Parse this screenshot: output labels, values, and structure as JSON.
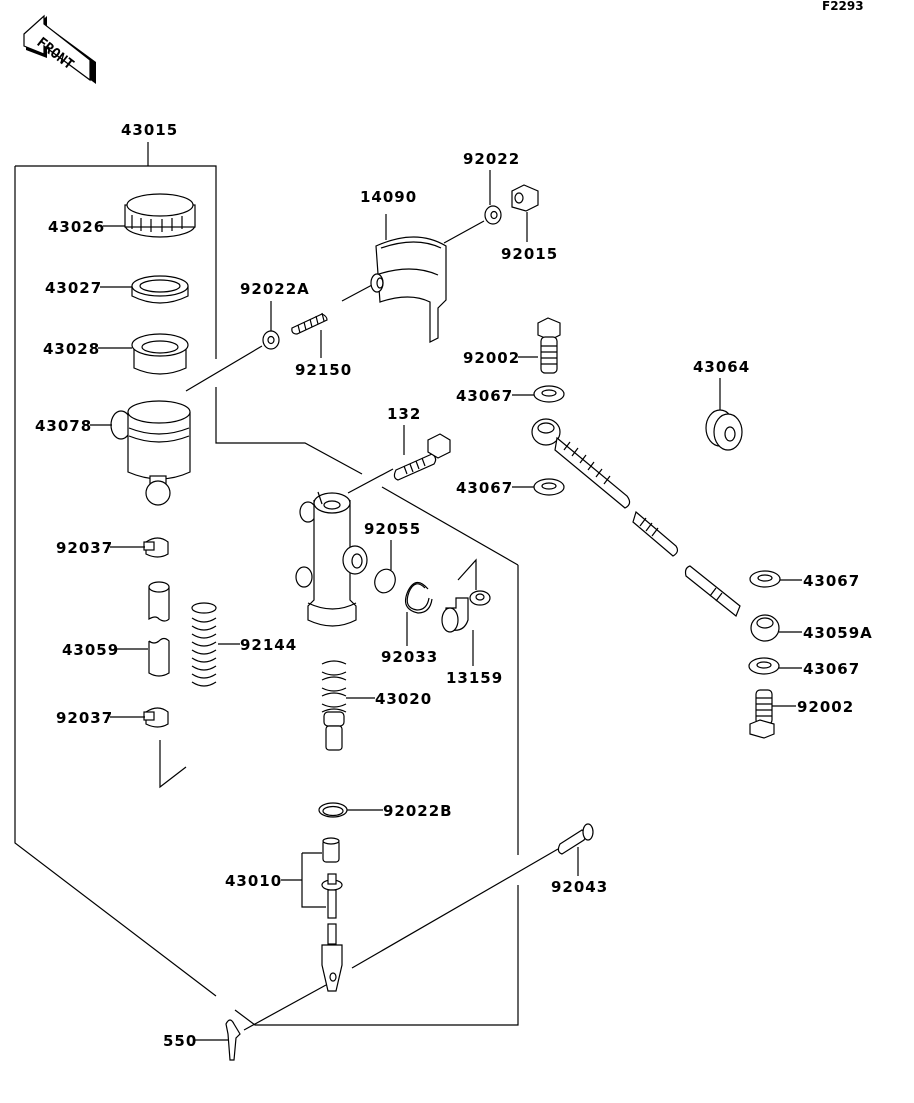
{
  "diagram": {
    "code": "F2293",
    "front_label": "FRONT",
    "parts": {
      "p43015": "43015",
      "p43026": "43026",
      "p43027": "43027",
      "p43028": "43028",
      "p43078": "43078",
      "p92037a": "92037",
      "p43059": "43059",
      "p92144": "92144",
      "p92037b": "92037",
      "p92022A": "92022A",
      "p92150": "92150",
      "p14090": "14090",
      "p92022": "92022",
      "p92015": "92015",
      "p92002a": "92002",
      "p43067a": "43067",
      "p43064": "43064",
      "p132": "132",
      "p43067b": "43067",
      "p92055": "92055",
      "p92033": "92033",
      "p13159": "13159",
      "p43020": "43020",
      "p43067c": "43067",
      "p43059A": "43059A",
      "p43067d": "43067",
      "p92002b": "92002",
      "p92022B": "92022B",
      "p43010": "43010",
      "p92043": "92043",
      "p550": "550"
    }
  }
}
